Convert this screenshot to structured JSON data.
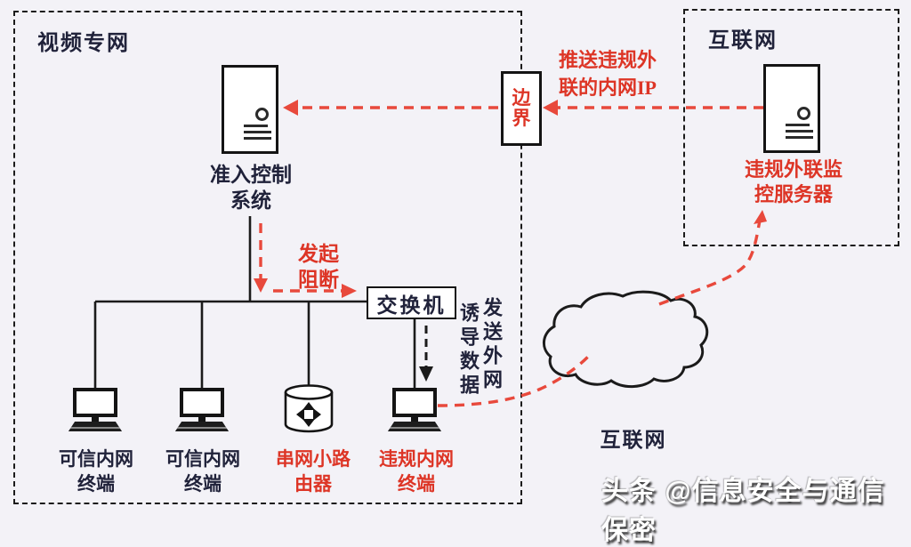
{
  "colors": {
    "background": "#f3f2f7",
    "ink": "#20223a",
    "red": "#dd3526",
    "line_black": "#1b1b1b",
    "dash_red": "#e8493c"
  },
  "zones": {
    "video_network_label": "视频专网",
    "internet_box_label": "互联网",
    "internet_cloud_label": "互联网"
  },
  "nodes": {
    "access_control": {
      "line1": "准入控制",
      "line2": "系统"
    },
    "violation_monitor": {
      "line1": "违规外联监",
      "line2": "控服务器"
    },
    "boundary": {
      "char1": "边",
      "char2": "界"
    },
    "switch_label": "交换机",
    "terminal1": {
      "line1": "可信内网",
      "line2": "终端"
    },
    "terminal2": {
      "line1": "可信内网",
      "line2": "终端"
    },
    "router": {
      "line1": "串网小路",
      "line2": "由器"
    },
    "terminal3": {
      "line1": "违规内网",
      "line2": "终端"
    }
  },
  "annotations": {
    "push_ip": {
      "line1": "推送违规外",
      "line2": "联的内网IP"
    },
    "initiate_block": {
      "line1": "发起",
      "line2": "阻断"
    },
    "induce": {
      "col_left": "诱导数据",
      "col_right": "发送外网"
    }
  },
  "watermark": "头条 @信息安全与通信保密"
}
